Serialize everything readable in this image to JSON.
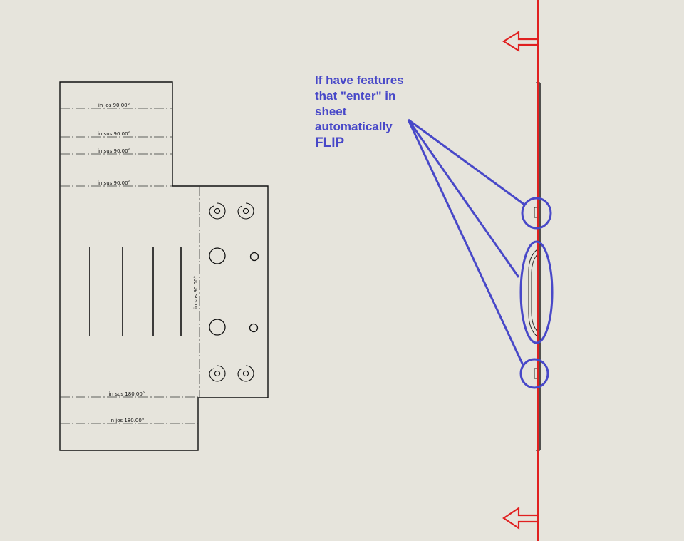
{
  "flat_pattern": {
    "bend_labels": [
      "in jos  90.00°",
      "in sus  90.00°",
      "in sus  90.00°",
      "in sus  90.00°",
      "in sus  90.00°",
      "in sus  180.00°",
      "in jos  180.00°"
    ]
  },
  "callout": {
    "lines": [
      "If have features",
      "that \"enter\" in",
      "sheet",
      "automatically",
      "FLIP"
    ]
  },
  "colors": {
    "background": "#e6e4dc",
    "geometry": "#111111",
    "section_line": "#e02020",
    "callout": "#4848c8"
  }
}
